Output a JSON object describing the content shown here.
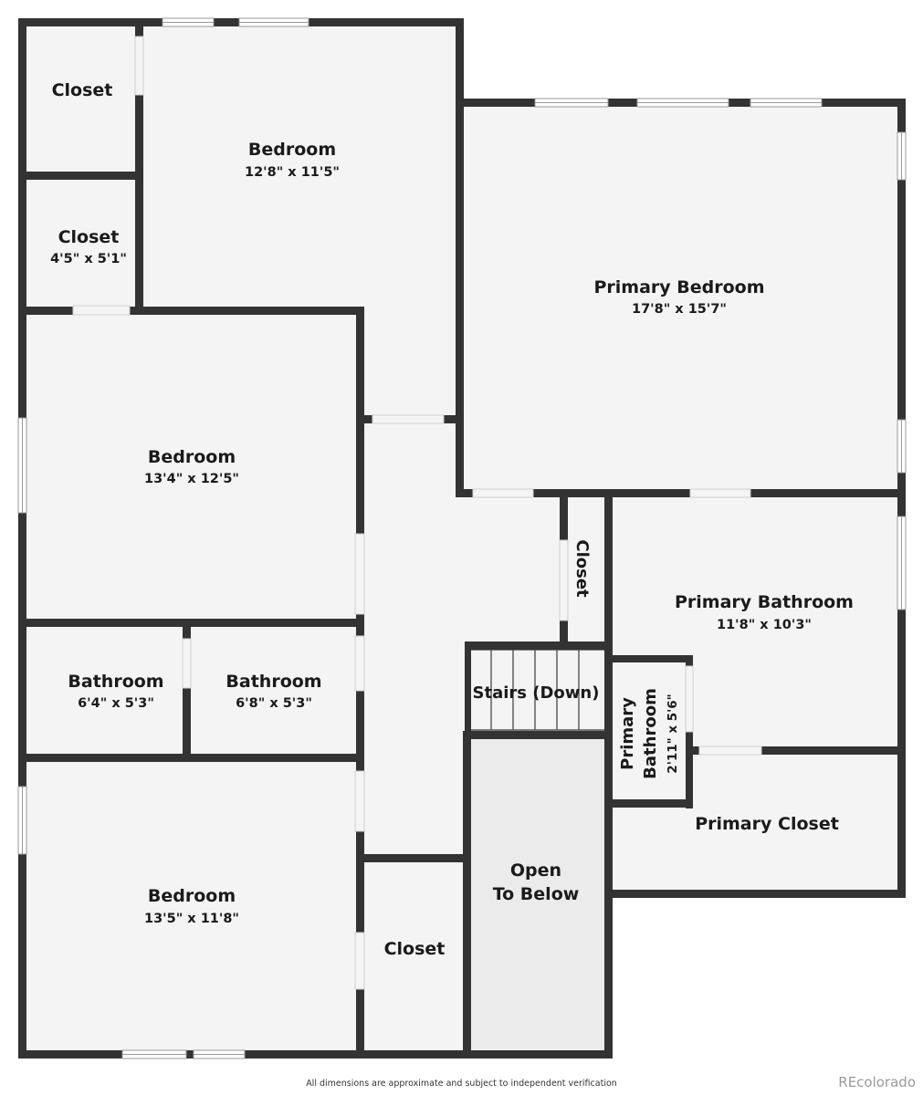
{
  "rooms": {
    "closet_top": {
      "name": "Closet"
    },
    "bedroom_top": {
      "name": "Bedroom",
      "dims": "12'8\" x 11'5\""
    },
    "closet_small": {
      "name": "Closet",
      "dims": "4'5\" x 5'1\""
    },
    "primary_bedroom": {
      "name": "Primary Bedroom",
      "dims": "17'8\" x 15'7\""
    },
    "bedroom_mid": {
      "name": "Bedroom",
      "dims": "13'4\" x 12'5\""
    },
    "closet_vertical": {
      "name": "Closet"
    },
    "primary_bathroom": {
      "name": "Primary Bathroom",
      "dims": "11'8\" x 10'3\""
    },
    "bathroom_left": {
      "name": "Bathroom",
      "dims": "6'4\" x 5'3\""
    },
    "bathroom_right": {
      "name": "Bathroom",
      "dims": "6'8\" x 5'3\""
    },
    "stairs": {
      "name": "Stairs (Down)"
    },
    "primary_bath_small": {
      "line1": "Primary",
      "line2": "Bathroom",
      "dims": "2'11\" x 5'6\""
    },
    "primary_closet": {
      "name": "Primary Closet"
    },
    "open_below": {
      "line1": "Open",
      "line2": "To Below"
    },
    "bedroom_bottom": {
      "name": "Bedroom",
      "dims": "13'5\" x 11'8\""
    },
    "closet_bottom": {
      "name": "Closet"
    }
  },
  "footer": {
    "disclaimer": "All dimensions are approximate and subject to independent verification",
    "brand": "REcolorado"
  },
  "colors": {
    "wall": "#333333",
    "floor": "#f4f4f4",
    "open_area": "#ebebeb"
  }
}
